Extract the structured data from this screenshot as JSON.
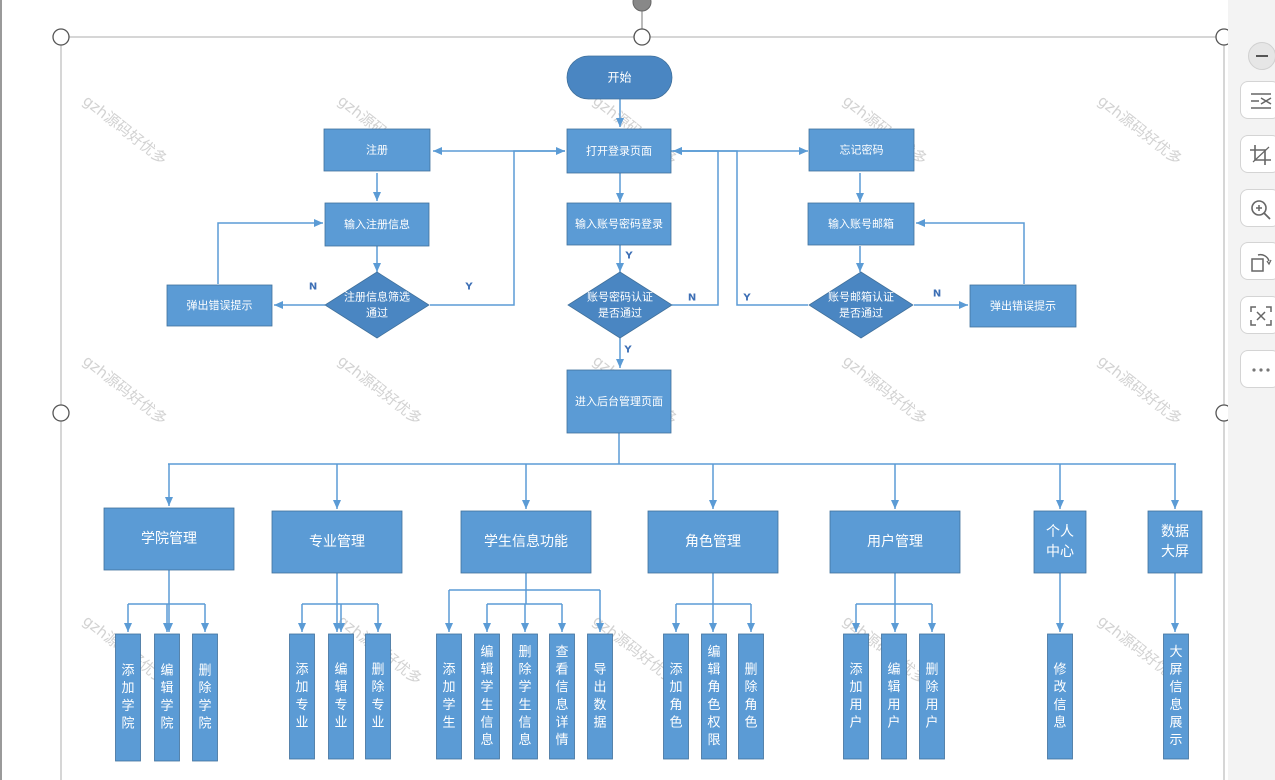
{
  "colors": {
    "box_fill": "#5b9bd5",
    "box_stroke": "#41719c",
    "line": "#5b9bd5",
    "text": "#ffffff",
    "label": "#3d6fb5",
    "watermark": "#d2d2d2",
    "handle_stroke": "#555555"
  },
  "watermark": "gzh源码好优多",
  "nodes": {
    "start": "开始",
    "open_login": "打开登录页面",
    "register": "注册",
    "forgot": "忘记密码",
    "input_register": "输入注册信息",
    "input_login": "输入账号密码登录",
    "input_email": "输入账号邮箱",
    "err_left": "弹出错误提示",
    "err_right": "弹出错误提示",
    "dec_register": [
      "注册信息筛选",
      "通过"
    ],
    "dec_login": [
      "账号密码认证",
      "是否通过"
    ],
    "dec_email": [
      "账号邮箱认证",
      "是否通过"
    ],
    "admin": "进入后台管理页面",
    "modules": [
      {
        "label": [
          "学院管理"
        ],
        "children": [
          "添加学院",
          "编辑学院",
          "删除学院"
        ]
      },
      {
        "label": [
          "专业管理"
        ],
        "children": [
          "添加专业",
          "编辑专业",
          "删除专业"
        ]
      },
      {
        "label": [
          "学生信息功能"
        ],
        "children": [
          "添加学生",
          "编辑学生信息",
          "删除学生信息",
          "查看信息详情",
          "导出数据"
        ]
      },
      {
        "label": [
          "角色管理"
        ],
        "children": [
          "添加角色",
          "编辑角色权限",
          "删除角色"
        ]
      },
      {
        "label": [
          "用户管理"
        ],
        "children": [
          "添加用户",
          "编辑用户",
          "删除用户"
        ]
      },
      {
        "label": [
          "个人",
          "中心"
        ],
        "children": [
          "修改信息"
        ]
      },
      {
        "label": [
          "数据",
          "大屏"
        ],
        "children": [
          "大屏信息展示"
        ]
      }
    ]
  },
  "edge_labels": {
    "reg_no": "N",
    "reg_yes": "Y",
    "login_no": "N",
    "login_yes": "Y",
    "email_yes": "Y",
    "email_no": "N"
  },
  "toolbar": [
    {
      "icon": "minus-icon"
    },
    {
      "icon": "wrap-text-icon"
    },
    {
      "icon": "crop-icon"
    },
    {
      "icon": "zoom-in-icon"
    },
    {
      "icon": "rotate-icon"
    },
    {
      "icon": "expand-icon"
    },
    {
      "icon": "more-icon"
    }
  ]
}
